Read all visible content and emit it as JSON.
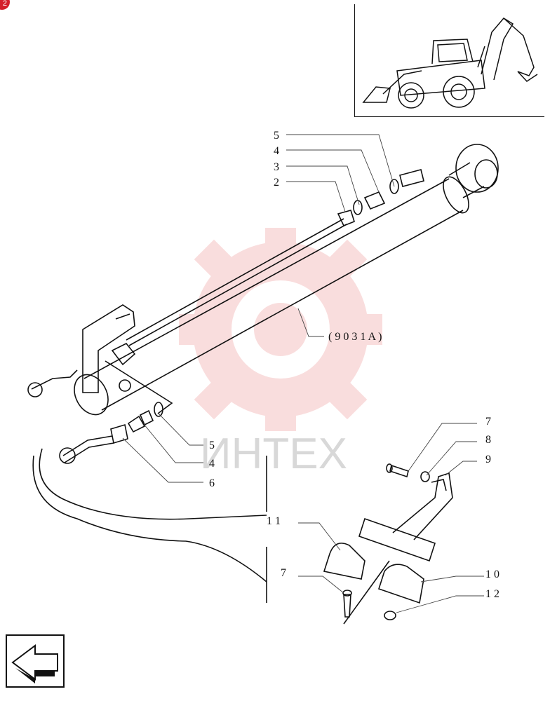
{
  "page_badge": "2",
  "assembly_code": "( 9 0 3 1 A )",
  "callouts": {
    "c5_top": "5",
    "c4_top": "4",
    "c3_top": "3",
    "c2_top": "2",
    "c5_low": "5",
    "c4_low": "4",
    "c6": "6",
    "c7_top": "7",
    "c8": "8",
    "c9": "9",
    "c11": "1 1",
    "c7_low": "7",
    "c10": "1 0",
    "c12": "1 2"
  },
  "watermark": {
    "text": "ИНТЕХ",
    "color": "#f0a0a0"
  },
  "colors": {
    "line": "#111111",
    "leader": "#444444",
    "badge": "#d4202b"
  },
  "icons": {
    "nav": "arrow-back-icon",
    "inset": "backhoe-loader-icon"
  }
}
